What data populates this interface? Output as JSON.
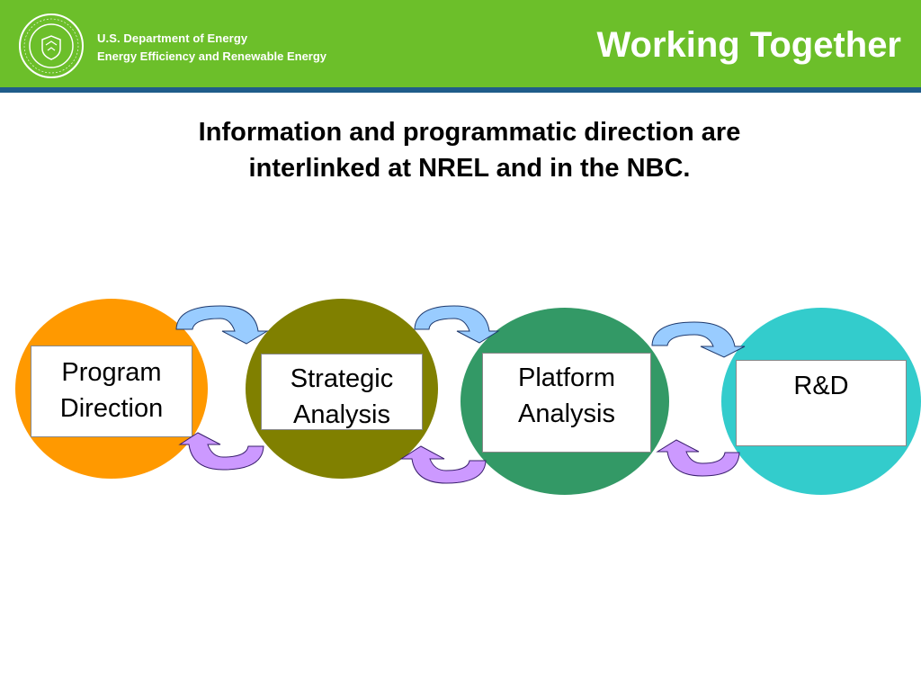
{
  "header": {
    "agency_line1": "U.S. Department of Energy",
    "agency_line2": "Energy Efficiency and Renewable Energy",
    "title": "Working Together",
    "background_color": "#6cbf2a",
    "rule_color": "#1f5c8a",
    "seal_icon": "doe-seal-icon"
  },
  "subtitle": {
    "line1": "Information and programmatic direction are",
    "line2": "interlinked at NREL and in the NBC."
  },
  "diagram": {
    "nodes": [
      {
        "label_line1": "Program",
        "label_line2": "Direction",
        "color": "#ff9900"
      },
      {
        "label_line1": "Strategic",
        "label_line2": "Analysis",
        "color": "#808000"
      },
      {
        "label_line1": "Platform",
        "label_line2": "Analysis",
        "color": "#339966"
      },
      {
        "label_line1": "R&D",
        "label_line2": "",
        "color": "#33cccc"
      }
    ],
    "arrow_colors": {
      "forward": "#99ccff",
      "backward": "#cc99ff"
    }
  }
}
